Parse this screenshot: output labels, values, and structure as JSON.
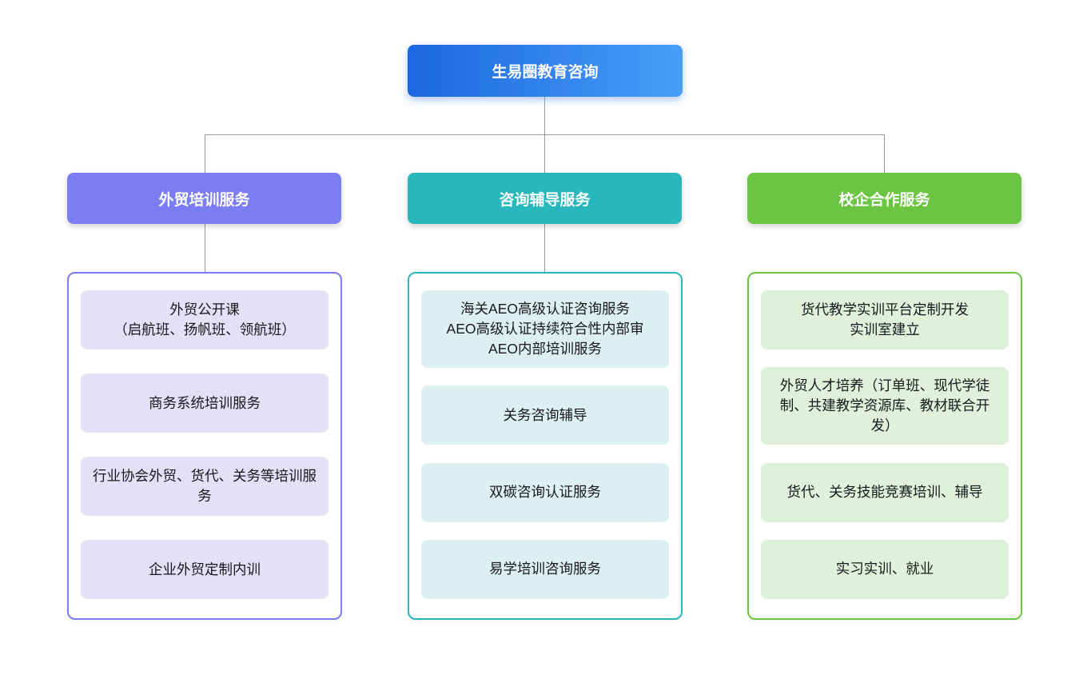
{
  "root": {
    "label": "生易圈教育咨询"
  },
  "branches": [
    {
      "label": "外贸培训服务",
      "children": [
        "外贸公开课\n（启航班、扬帆班、领航班）",
        "商务系统培训服务",
        "行业协会外贸、货代、关务等培训服务",
        "企业外贸定制内训"
      ]
    },
    {
      "label": "咨询辅导服务",
      "children": [
        "海关AEO高级认证咨询服务\nAEO高级认证持续符合性内部审\nAEO内部培训服务",
        "关务咨询辅导",
        "双碳咨询认证服务",
        "易学培训咨询服务"
      ]
    },
    {
      "label": "校企合作服务",
      "children": [
        "货代教学实训平台定制开发\n实训室建立",
        "外贸人才培养（订单班、现代学徒制、共建教学资源库、教材联合开发）",
        "货代、关务技能竞赛培训、辅导",
        "实习实训、就业"
      ]
    }
  ],
  "colors": {
    "root_from": "#1a67df",
    "root_to": "#4a9df8",
    "branch1": "#7b7ef2",
    "branch2": "#29b7be",
    "branch3": "#6cc542",
    "fill1": "#e3e1f7",
    "fill2": "#dcf0f2",
    "fill3": "#dff1db",
    "line": "#929aa3"
  }
}
